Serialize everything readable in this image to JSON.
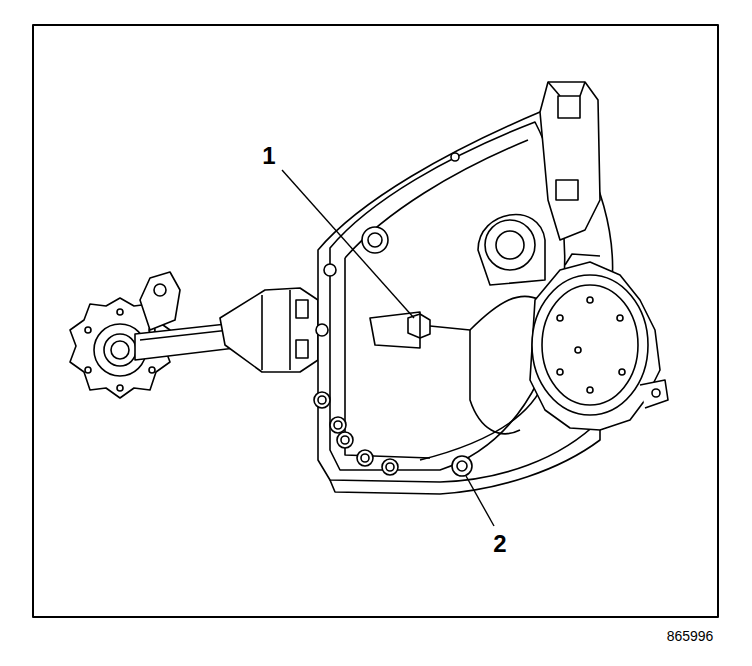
{
  "diagram": {
    "labels": [
      "1",
      "2",
      "865996"
    ]
  }
}
